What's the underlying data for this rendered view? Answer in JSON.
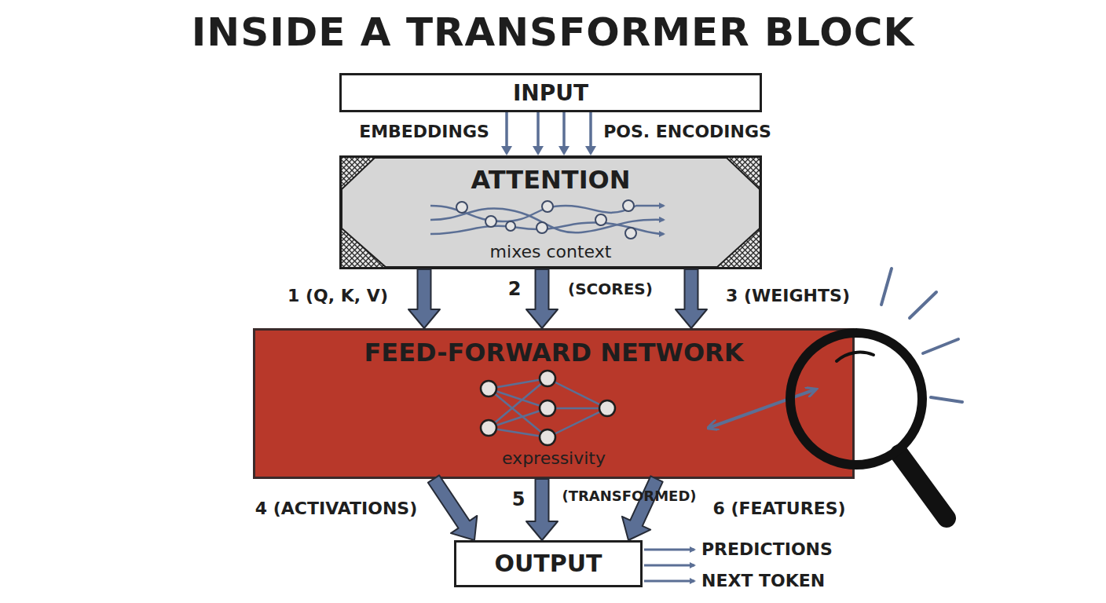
{
  "diagram": {
    "title": "INSIDE A TRANSFORMER BLOCK",
    "nodes": [
      {
        "text": [
          "INPUT"
        ]
      },
      {
        "text": [
          "ATTENTION",
          "mixes context"
        ]
      },
      {
        "text": [
          "FEED-FORWARD NETWORK",
          "expressivity"
        ]
      },
      {
        "text": [
          "OUTPUT"
        ]
      }
    ],
    "edges": [
      {
        "from": 0,
        "to": 1,
        "arrow": "to"
      },
      {
        "from": 0,
        "to": 1,
        "arrow": "to"
      },
      {
        "from": 0,
        "to": 1,
        "arrow": "to"
      },
      {
        "from": 0,
        "to": 1,
        "arrow": "to"
      },
      {
        "from": 1,
        "to": 2,
        "label": "1 (Q, K, V)",
        "arrow": "to"
      },
      {
        "from": 1,
        "to": 2,
        "label": "2",
        "arrow": "to"
      },
      {
        "from": 1,
        "to": 2,
        "label": "3 (WEIGHTS)",
        "arrow": "to"
      },
      {
        "from": 2,
        "to": 3,
        "label": "4 (ACTIVATIONS)",
        "arrow": "to"
      },
      {
        "from": 2,
        "to": 3,
        "label": "5",
        "arrow": "to"
      },
      {
        "from": 2,
        "to": 3,
        "label": "6 (FEATURES)",
        "arrow": "to"
      }
    ],
    "labels": [
      "EMBEDDINGS",
      "POS. ENCODINGS",
      "(SCORES)",
      "(TRANSFORMED)",
      "PREDICTIONS",
      "NEXT TOKEN"
    ]
  }
}
